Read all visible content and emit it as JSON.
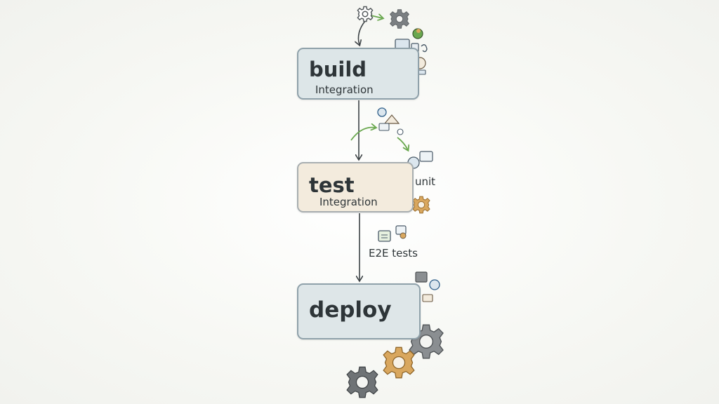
{
  "pipeline": {
    "stages": [
      {
        "title": "build",
        "subtitle": "Integration"
      },
      {
        "title": "test",
        "subtitle": "Integration"
      },
      {
        "title": "deploy",
        "subtitle": ""
      }
    ],
    "labels": {
      "unit": "unit",
      "e2e": "E2E tests"
    }
  },
  "colors": {
    "build_fill": "#dde6e8",
    "test_fill": "#f3ebdd",
    "deploy_fill": "#dee6e8",
    "border": "#8fa1aa",
    "arrow": "#3c4245",
    "accent_green": "#6aa84f",
    "check_green": "#3fae3a",
    "gear_gray": "#7b7f82",
    "gear_tan": "#d9a75e"
  },
  "icons": [
    "gear-icon",
    "check-circle-icon",
    "document-icon",
    "monitor-icon",
    "person-icon",
    "box-icon"
  ]
}
